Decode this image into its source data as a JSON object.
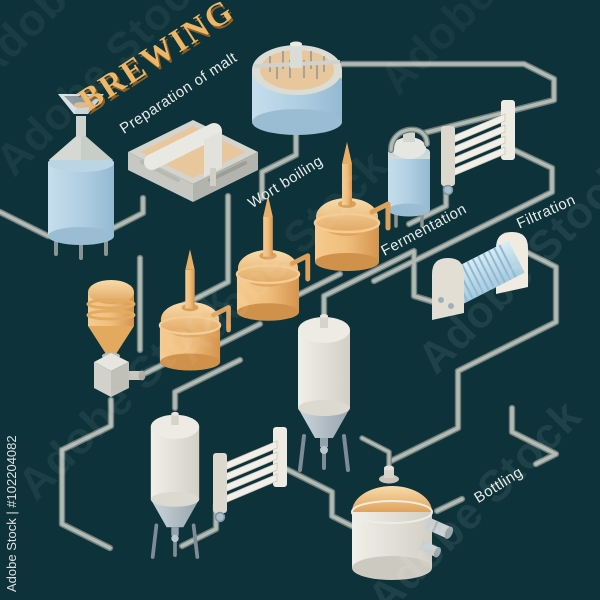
{
  "background_color": "#0d3239",
  "title": {
    "text": "BREWING",
    "color": "#ecb768"
  },
  "stage_labels": {
    "preparation": "Preparation of malt",
    "wort_boiling": "Wort boiling",
    "fermentation": "Fermentation",
    "filtration": "Filtration",
    "bottling": "Bottling"
  },
  "equipment_icons": {
    "funnel": "grain-funnel-icon",
    "silo": "malt-silo-tank-icon",
    "mash_tun": "mash-tun-with-agitator-icon",
    "lauter_tun": "lauter-tun-icon",
    "whirlpool": "whirlpool-tank-icon",
    "heat_exchanger_top": "plate-heat-exchanger-icon",
    "kettle_large": "brew-kettle-large-icon",
    "kettle_medium": "brew-kettle-medium-icon",
    "kettle_small": "brew-kettle-small-icon",
    "hopper_mill": "malt-hopper-and-mill-icon",
    "fermenter_large": "conical-fermenter-large-icon",
    "fermenter_small": "conical-fermenter-small-icon",
    "heat_exchanger_bottom": "plate-heat-exchanger-icon",
    "filter": "candle-filter-icon",
    "bottling_tank": "bright-beer-tank-icon",
    "pipes": "process-pipes"
  },
  "watermark": {
    "brand": "Adobe Stock",
    "credit": "Adobe Stock | #102204082"
  },
  "palette": {
    "pipe": "#b2bab4",
    "tank_blue": "#aecde1",
    "copper_gold": "#eab86e",
    "equipment_white": "#e7e4db",
    "label_text": "#e6ebe8",
    "title_gold": "#ecb768"
  }
}
